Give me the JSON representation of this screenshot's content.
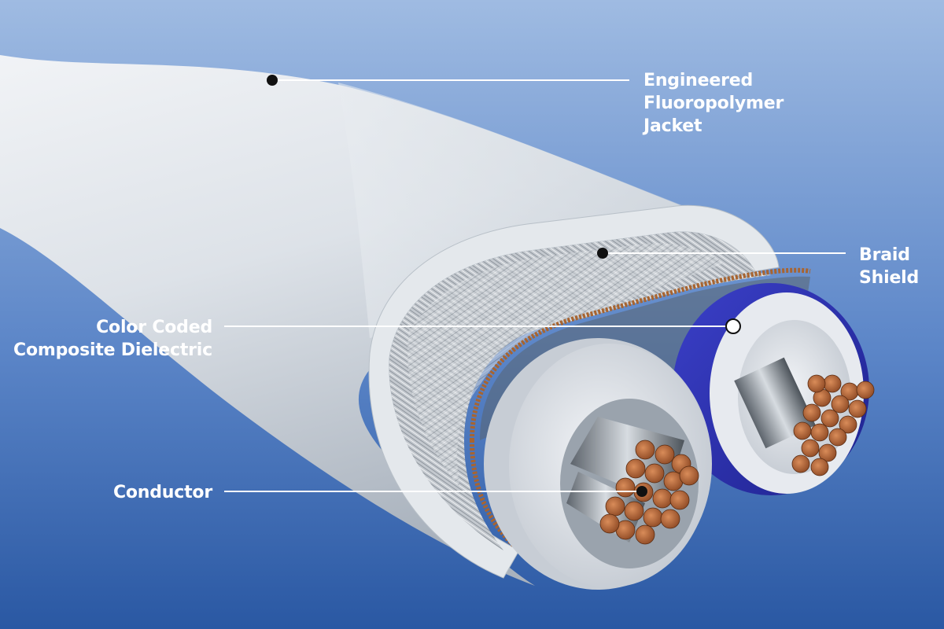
{
  "labels": {
    "jacket": [
      "Engineered",
      "Fluoropolymer",
      "Jacket"
    ],
    "braid": [
      "Braid",
      "Shield"
    ],
    "dielectric": [
      "Color Coded",
      "Composite Dielectric"
    ],
    "conductor": [
      "Conductor"
    ]
  },
  "colors": {
    "background_top": "#9fbbe2",
    "background_bottom": "#2a58a3",
    "jacket": "#dfe4ea",
    "braid": "#c9ced4",
    "dielectric_white": "#e6e9ee",
    "dielectric_blue": "#2a2fb0",
    "copper": "#b86a3c",
    "leader_line": "#ffffff",
    "dot": "#111111"
  }
}
